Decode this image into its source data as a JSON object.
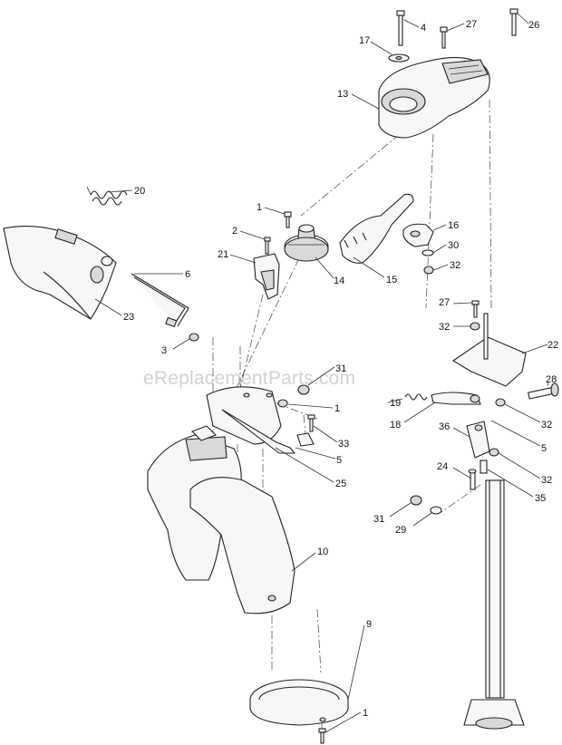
{
  "watermark": "eReplacementParts.com",
  "callouts": [
    {
      "id": "c4a",
      "label": "4"
    },
    {
      "id": "c27a",
      "label": "27"
    },
    {
      "id": "c26",
      "label": "26"
    },
    {
      "id": "c17",
      "label": "17"
    },
    {
      "id": "c13",
      "label": "13"
    },
    {
      "id": "c20",
      "label": "20"
    },
    {
      "id": "c1a",
      "label": "1"
    },
    {
      "id": "c16",
      "label": "16"
    },
    {
      "id": "c2",
      "label": "2"
    },
    {
      "id": "c30",
      "label": "30"
    },
    {
      "id": "c21",
      "label": "21"
    },
    {
      "id": "c32a",
      "label": "32"
    },
    {
      "id": "c14",
      "label": "14"
    },
    {
      "id": "c15",
      "label": "15"
    },
    {
      "id": "c6",
      "label": "6"
    },
    {
      "id": "c23",
      "label": "23"
    },
    {
      "id": "c27b",
      "label": "27"
    },
    {
      "id": "c32b",
      "label": "32"
    },
    {
      "id": "c3",
      "label": "3"
    },
    {
      "id": "c22",
      "label": "22"
    },
    {
      "id": "c31a",
      "label": "31"
    },
    {
      "id": "c28",
      "label": "28"
    },
    {
      "id": "c19",
      "label": "19"
    },
    {
      "id": "c1b",
      "label": "1"
    },
    {
      "id": "c18",
      "label": "18"
    },
    {
      "id": "c32c",
      "label": "32"
    },
    {
      "id": "c33",
      "label": "33"
    },
    {
      "id": "c36",
      "label": "36"
    },
    {
      "id": "c5a",
      "label": "5"
    },
    {
      "id": "c5b",
      "label": "5"
    },
    {
      "id": "c25",
      "label": "25"
    },
    {
      "id": "c24",
      "label": "24"
    },
    {
      "id": "c32d",
      "label": "32"
    },
    {
      "id": "c35",
      "label": "35"
    },
    {
      "id": "c31b",
      "label": "31"
    },
    {
      "id": "c29",
      "label": "29"
    },
    {
      "id": "c10",
      "label": "10"
    },
    {
      "id": "c9",
      "label": "9"
    },
    {
      "id": "c1c",
      "label": "1"
    }
  ]
}
